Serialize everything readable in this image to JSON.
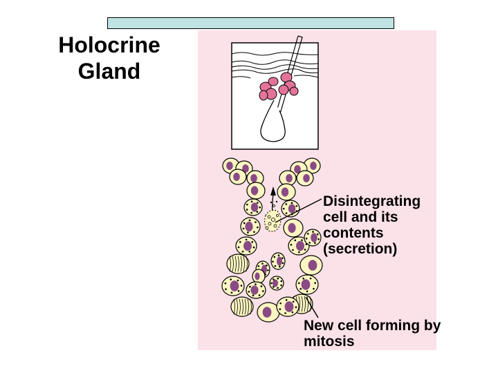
{
  "title": "Holocrine Gland",
  "labels": {
    "disintegrating": "Disintegrating cell and its contents (secretion)",
    "new_cell": "New cell forming by mitosis"
  },
  "colors": {
    "panel_bg": "#fbe1e8",
    "title_bar": "#bfe3e3",
    "cell_fill": "#fbf6c2",
    "nucleus": "#8a4a86",
    "gland_pink": "#e4739a"
  }
}
